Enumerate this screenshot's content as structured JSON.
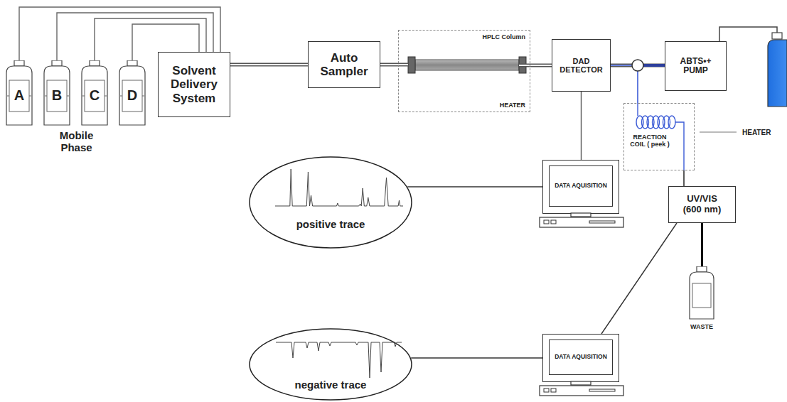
{
  "diagram": {
    "nodes": [
      {
        "text": [
          "A"
        ]
      },
      {
        "text": [
          "B"
        ]
      },
      {
        "text": [
          "C"
        ]
      },
      {
        "text": [
          "D"
        ]
      },
      {
        "text": [
          "Solvent Delivery System"
        ]
      },
      {
        "text": [
          "Auto Sampler"
        ]
      },
      {
        "text": [
          "HPLC Column",
          "HEATER"
        ]
      },
      {
        "text": [
          "DAD DETECTOR"
        ]
      },
      {
        "text": [
          "ABTS•+ PUMP"
        ]
      },
      {
        "text": [
          "REACTION COIL ( peek )",
          "HEATER"
        ]
      },
      {
        "text": [
          "UV/VIS (600 nm)"
        ]
      },
      {
        "text": [
          "WASTE"
        ]
      },
      {
        "text": [
          "DATA AQUISITION"
        ]
      },
      {
        "text": [
          "DATA AQUISITION"
        ]
      },
      {
        "text": [
          "positive trace"
        ]
      },
      {
        "text": [
          "negative trace"
        ]
      }
    ],
    "edges": [
      {
        "from": 0,
        "to": 4,
        "arrow": "none"
      },
      {
        "from": 1,
        "to": 4,
        "arrow": "none"
      },
      {
        "from": 2,
        "to": 4,
        "arrow": "none"
      },
      {
        "from": 3,
        "to": 4,
        "arrow": "none"
      },
      {
        "from": 4,
        "to": 5,
        "arrow": "none"
      },
      {
        "from": 5,
        "to": 6,
        "arrow": "none"
      },
      {
        "from": 6,
        "to": 7,
        "arrow": "none"
      },
      {
        "from": 7,
        "to": 8,
        "arrow": "none"
      },
      {
        "from": 7,
        "to": 9,
        "arrow": "none"
      },
      {
        "from": 9,
        "to": 10,
        "arrow": "none"
      },
      {
        "from": 10,
        "to": 11,
        "arrow": "none"
      },
      {
        "from": 7,
        "to": 12,
        "arrow": "none"
      },
      {
        "from": 12,
        "to": 14,
        "arrow": "none"
      },
      {
        "from": 10,
        "to": 13,
        "arrow": "none"
      },
      {
        "from": 13,
        "to": 15,
        "arrow": "none"
      }
    ],
    "labels": [
      "Mobile Phase"
    ]
  }
}
